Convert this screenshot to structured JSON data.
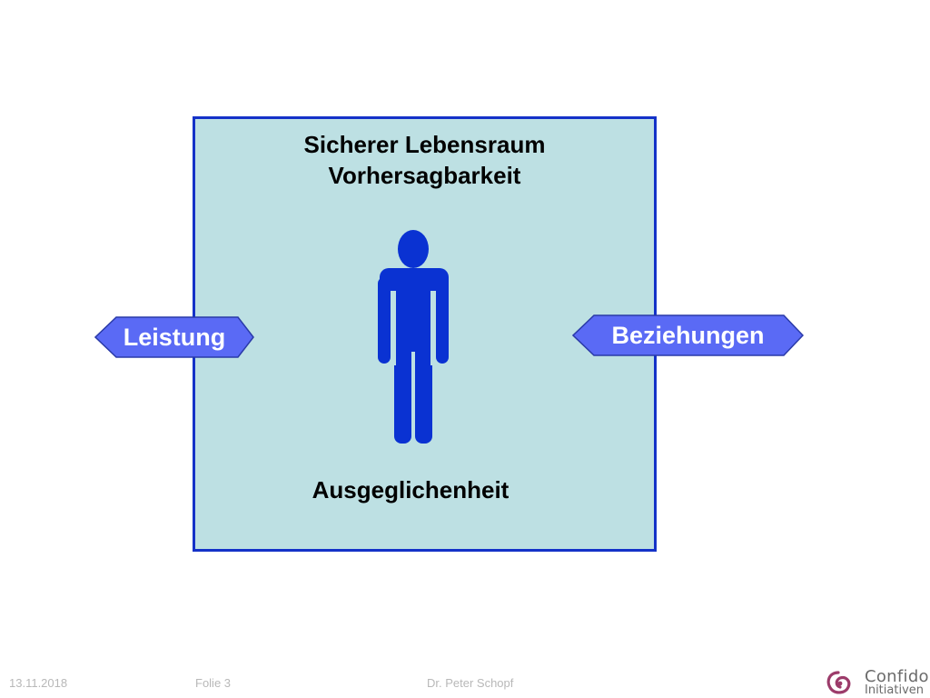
{
  "diagram": {
    "title_line1": "Sicherer Lebensraum",
    "title_line2": "Vorhersagbarkeit",
    "bottom_label": "Ausgeglichenheit",
    "left_tag": "Leistung",
    "right_tag": "Beziehungen",
    "colors": {
      "box_fill": "#bde0e3",
      "box_border": "#1432c8",
      "figure": "#0a32d2",
      "tag_fill": "#5a6af5",
      "tag_border": "#2a3aa8"
    }
  },
  "footer": {
    "date": "13.11.2018",
    "slide": "Folie 3",
    "author": "Dr. Peter Schopf"
  },
  "logo": {
    "line1": "Confido",
    "line2": "Initiativen",
    "icon": "swirl-logo-icon"
  }
}
